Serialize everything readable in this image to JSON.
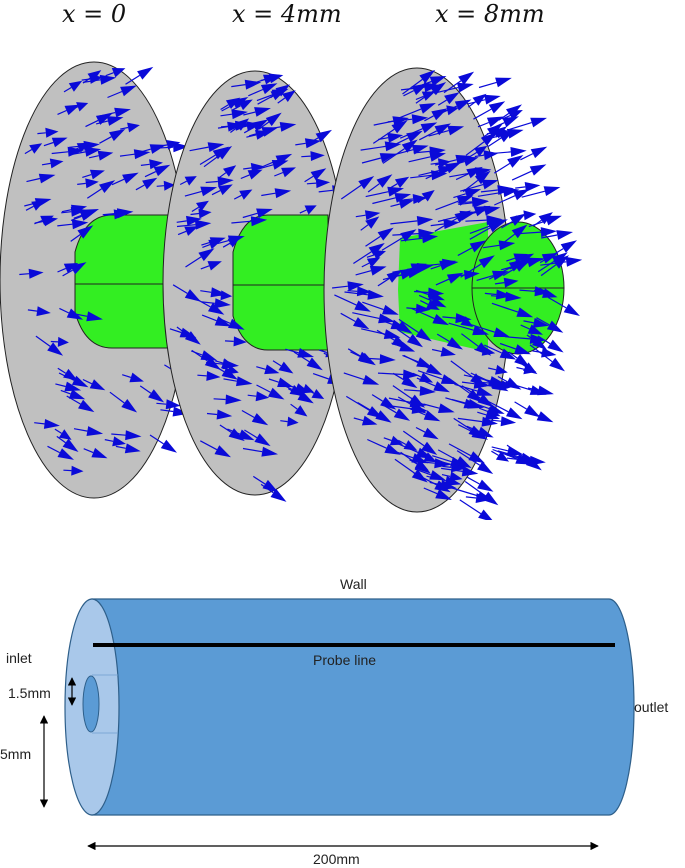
{
  "cross_sections": {
    "titles": [
      "x = 0",
      "x = 4mm",
      "x = 8mm"
    ],
    "colors": {
      "disk": "#c0c0c0",
      "inner": "#33ee22",
      "arrow": "#0a0ad8",
      "outline": "#222222"
    }
  },
  "pipe": {
    "wall_label": "Wall",
    "probe_label": "Probe line",
    "inlet_label": "inlet",
    "outlet_label": "outlet",
    "inner_dim_label": "1.5mm",
    "outer_dim_label": "5mm",
    "length_label": "200mm",
    "colors": {
      "body": "#5b9bd5",
      "cap": "#a9c8ea",
      "probe": "#000000",
      "edge": "#2e5f8a"
    }
  }
}
